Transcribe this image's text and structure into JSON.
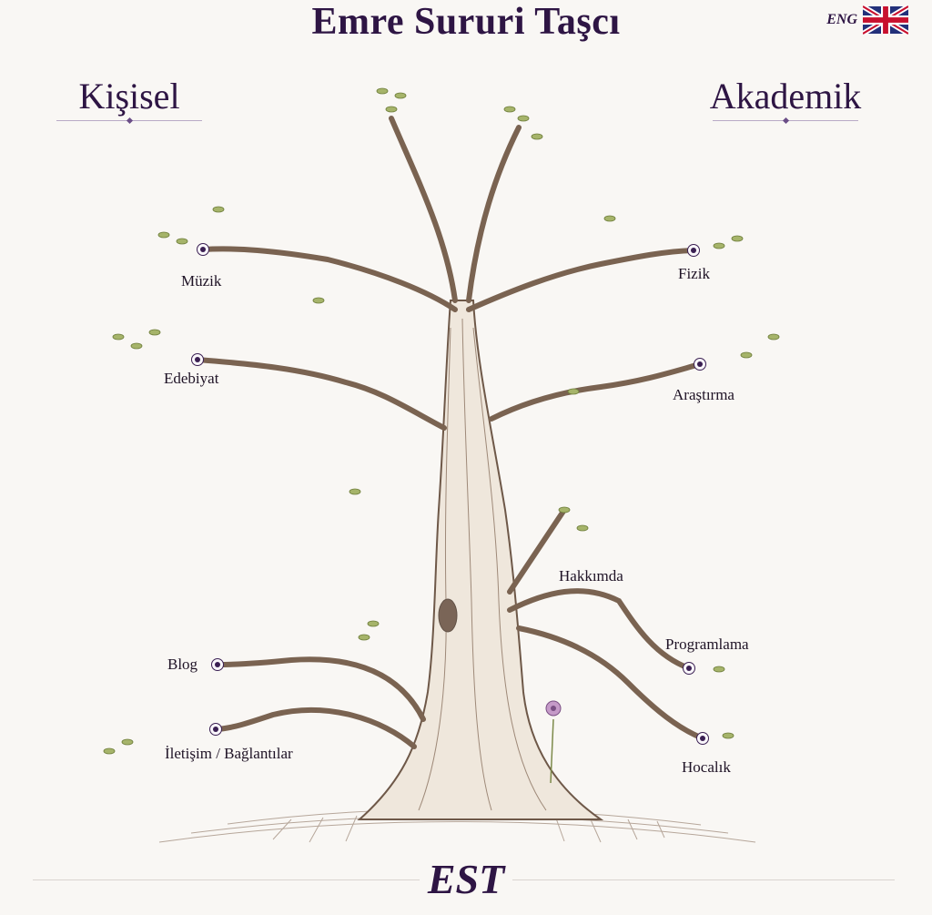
{
  "header": {
    "title": "Emre Sururi Taşcı",
    "language_label": "ENG",
    "flag_icon": "uk-flag-icon"
  },
  "sections": {
    "left_title": "Kişisel",
    "right_title": "Akademik"
  },
  "branches": {
    "muzik": "Müzik",
    "edebiyat": "Edebiyat",
    "blog": "Blog",
    "iletisim": "İletişim / Bağlantılar",
    "fizik": "Fizik",
    "arastirma": "Araştırma",
    "hakkimda": "Hakkımda",
    "programlama": "Programlama",
    "hocalik": "Hocalık"
  },
  "footer": {
    "text": "EST"
  },
  "colors": {
    "accent": "#2e1544",
    "trunk": "#8a7260",
    "leaf": "#a6b46a",
    "background": "#f9f7f4"
  }
}
